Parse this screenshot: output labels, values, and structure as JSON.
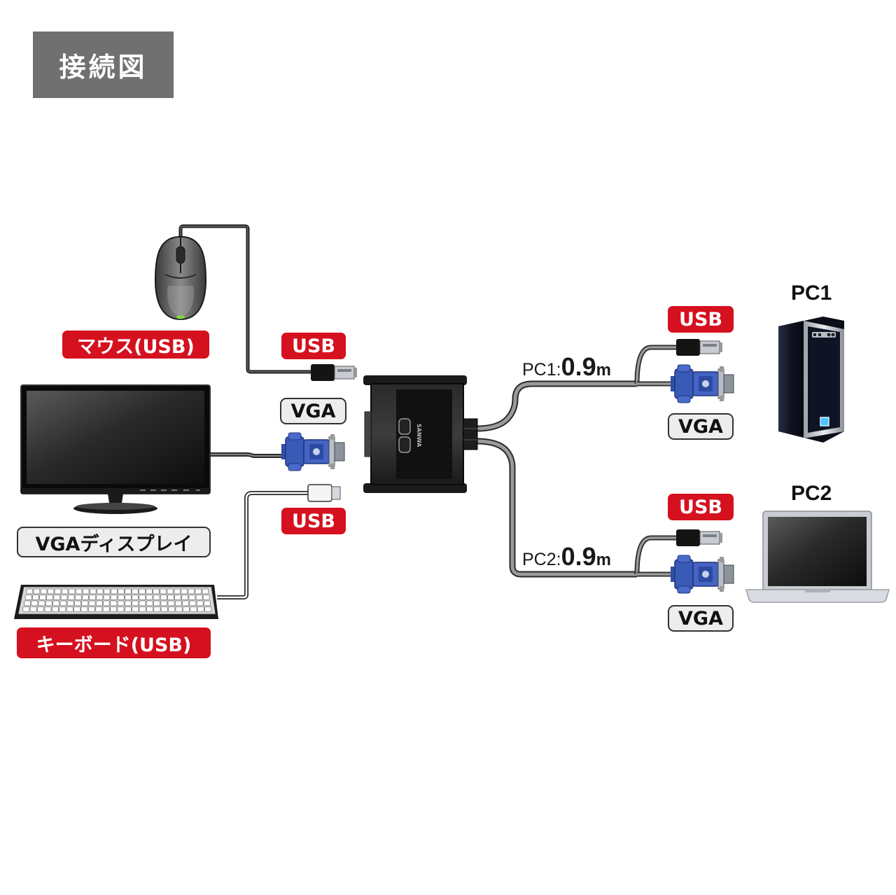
{
  "title": "接続図",
  "labels": {
    "mouse": "マウス(USB)",
    "display": "VGAディスプレイ",
    "keyboard": "キーボード(USB)",
    "usb_top": "USB",
    "vga_left": "VGA",
    "usb_bottom": "USB"
  },
  "pc1": {
    "name": "PC1",
    "cable_prefix": "PC1:",
    "cable_length": "0.9",
    "cable_unit": "m",
    "usb": "USB",
    "vga": "VGA"
  },
  "pc2": {
    "name": "PC2",
    "cable_prefix": "PC2:",
    "cable_length": "0.9",
    "cable_unit": "m",
    "usb": "USB",
    "vga": "VGA"
  },
  "switch_logo": "SANWA",
  "colors": {
    "red_badge": "#d5101f",
    "vga_blue": "#3a5ab8",
    "title_bg": "#707070"
  },
  "icons": {
    "mouse": "mouse-icon",
    "monitor": "monitor-icon",
    "keyboard": "keyboard-icon",
    "switch": "kvm-switch-icon",
    "tower": "desktop-tower-icon",
    "laptop": "laptop-icon",
    "vga": "vga-connector-icon",
    "usb": "usb-plug-icon"
  }
}
